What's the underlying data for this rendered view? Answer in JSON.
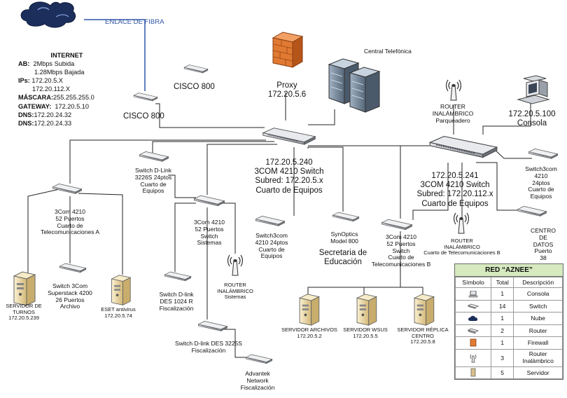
{
  "cloud_label": "ENLACE DE FIBRA",
  "internet": {
    "title": "INTERNET",
    "ab_label": "AB:",
    "ab_up": "2Mbps Subida",
    "ab_down": "1.28Mbps Bajada",
    "ips_label": "IPs:",
    "ip1": "172.20.5.X",
    "ip2": "172.20.112.X",
    "mask_label": "MÁSCARA:",
    "mask": "255.255.255.0",
    "gw_label": "GATEWAY:",
    "gw": "172.20.5.10",
    "dns_label": "DNS:",
    "dns1": "172.20.24.32",
    "dns2": "172.20.24.33"
  },
  "nodes": {
    "cisco_a": "CISCO 800",
    "cisco_b": "CISCO 800",
    "proxy": "Proxy\n172.20.5.6",
    "central": "Central Telefónica",
    "router_parq": "ROUTER\nINALÁMBRICO\nParqueadero",
    "consola": "172.20.5.100\nConsola",
    "core1": "172.20.5.240\n3COM 4210 Switch\nSubred: 172.20.5.x\nCuarto de Equipos",
    "core2": "172.20.5.241\n3COM 4210 Switch\nSubred: 172.20.112.x\nCuarto de Equipos",
    "sw_dlink_3226": "Switch D-Link\n3226S 24ptos\nCuarto de\nEquipos",
    "sw_3com_a": "3Com 4210\n52 Puertos\nCuarto de\nTelecomunicaciones A",
    "sw_3com_sist": "3Com 4210\n52 Puertos\nSwitch\nSistemas",
    "sw3com_24_eq": "Switch3com\n4210 24ptos\nCuarto de\nEquipos",
    "synoptics": "SynOptics\nModel 800",
    "secretaria": "Secretaria de\nEducación",
    "sw_3com_b": "3Com 4210\n52 Puertos\nSwitch\nCuarto de\nTelecomunicaciones B",
    "router_ctb": "ROUTER\nINALÁMBRICO\nCuarto de Telecomunicaciones B",
    "sw3com_24_right": "Switch3com\n4210 24ptos\nCuarto de\nEquipos",
    "centro_datos": "CENTRO\nDE DATOS\nPuerto 38",
    "srv_turnos": "SERVIDOR DE\nTURNOS\n172.20.5.239",
    "sw_superstack": "Switch 3Com\nSuperstack 4200\n26 Puertos\nArchivo",
    "eset": "ESET antivirus\n172.20.5.74",
    "sw_dlink_1024": "Switch D-link\nDES 1024 R\nFiscalización",
    "router_sist": "ROUTER\nINALÁMBRICO\nSistemas",
    "sw_dlink_3225": "Switch D-link DES 3225S\nFiscalización",
    "advantek": "Advantek\nNetwork\nFiscalización",
    "srv_archivos": "SERVIDOR ARCHIVOS\n172.20.5.2",
    "srv_wsus": "SERVIDOR WSUS\n172.20.5.5",
    "srv_replica": "SERVIDOR RÉPLICA\nCENTRO\n172.20.5.8"
  },
  "legend": {
    "title": "RED “AZNEE”",
    "col_symbol": "Símbolo",
    "col_total": "Total",
    "col_desc": "Descripción",
    "rows": [
      {
        "icon": "console-icon",
        "total": "1",
        "desc": "Consola"
      },
      {
        "icon": "switch-icon",
        "total": "14",
        "desc": "Switch"
      },
      {
        "icon": "cloud-icon",
        "total": "1",
        "desc": "Nube"
      },
      {
        "icon": "router-icon",
        "total": "2",
        "desc": "Router"
      },
      {
        "icon": "firewall-icon",
        "total": "1",
        "desc": "Firewall"
      },
      {
        "icon": "wireless-router-icon",
        "total": "3",
        "desc": "Router\nInalámbrico"
      },
      {
        "icon": "server-icon",
        "total": "5",
        "desc": "Servidor"
      }
    ]
  },
  "colors": {
    "line": "#222222",
    "fiber_line": "#2e55a5",
    "cloud": "#1c2e5c",
    "firewall": "#e07a32",
    "switch_body": "#c9cdd3",
    "server_body": "#f0deb0",
    "legend_header": "#d6e9bf"
  }
}
